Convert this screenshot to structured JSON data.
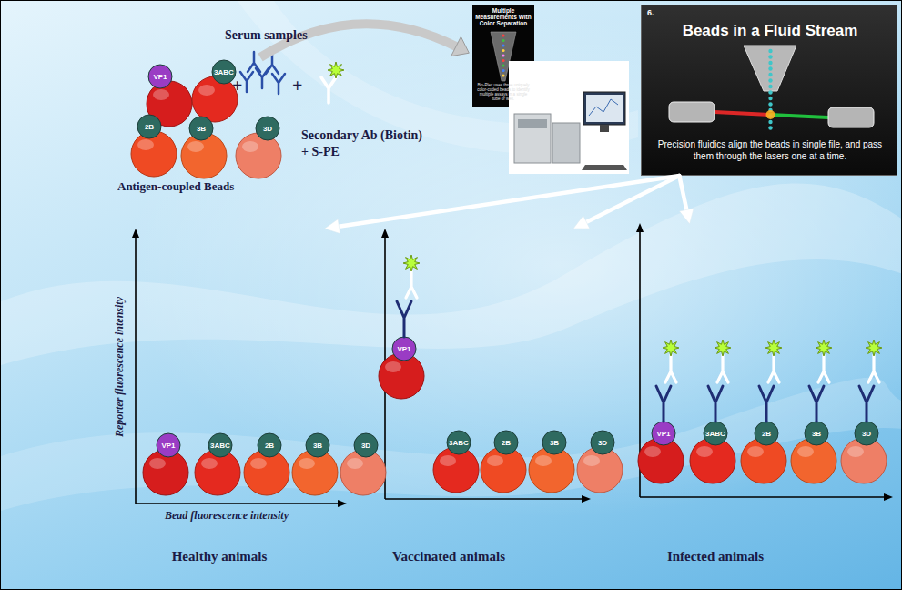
{
  "diagram": {
    "nodes": [
      {
        "text": [
          "VP1"
        ]
      },
      {
        "text": [
          "3ABC"
        ]
      },
      {
        "text": [
          "2B"
        ]
      },
      {
        "text": [
          "3B"
        ]
      },
      {
        "text": [
          "3D"
        ]
      },
      {
        "text": [
          "Multiple Measurements With Color Separation",
          "Bio-Plex uses three uniquely color-coded beads to identify multiple assays in a single tube or well."
        ]
      },
      {
        "text": [
          "6.",
          "Beads in a Fluid Stream",
          "Precision fluidics align the beads in single file, and pass them through the lasers one at a time."
        ]
      },
      {
        "text": [
          "Healthy animals"
        ]
      },
      {
        "text": [
          "VP1"
        ],
        "in": 7
      },
      {
        "text": [
          "3ABC"
        ],
        "in": 7
      },
      {
        "text": [
          "2B"
        ],
        "in": 7
      },
      {
        "text": [
          "3B"
        ],
        "in": 7
      },
      {
        "text": [
          "3D"
        ],
        "in": 7
      },
      {
        "text": [
          "Vaccinated animals"
        ]
      },
      {
        "text": [
          "VP1"
        ],
        "in": 13
      },
      {
        "text": [
          "3ABC"
        ],
        "in": 13
      },
      {
        "text": [
          "2B"
        ],
        "in": 13
      },
      {
        "text": [
          "3B"
        ],
        "in": 13
      },
      {
        "text": [
          "3D"
        ],
        "in": 13
      },
      {
        "text": [
          "Infected animals"
        ]
      },
      {
        "text": [
          "VP1"
        ],
        "in": 19
      },
      {
        "text": [
          "3ABC"
        ],
        "in": 19
      },
      {
        "text": [
          "2B"
        ],
        "in": 19
      },
      {
        "text": [
          "3B"
        ],
        "in": 19
      },
      {
        "text": [
          "3D"
        ],
        "in": 19
      }
    ],
    "edges": [
      {
        "from": 6,
        "to": 7,
        "arrow": "to"
      },
      {
        "from": 6,
        "to": 13,
        "arrow": "to"
      },
      {
        "from": 6,
        "to": 19,
        "arrow": "to"
      }
    ],
    "labels": [
      "Antigen-coupled Beads",
      "Serum samples",
      "+",
      "+",
      "Secondary Ab (Biotin)",
      "+ S-PE",
      "Reporter fluorescence intensity",
      "Bead fluorescence intensity"
    ]
  }
}
